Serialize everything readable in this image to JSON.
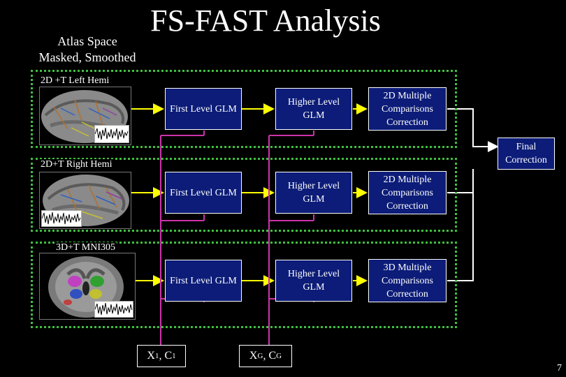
{
  "title": "FS-FAST Analysis",
  "subtitle": [
    "Atlas Space",
    "Masked, Smoothed"
  ],
  "sections": [
    {
      "label": "2D +T Left Hemi",
      "glm1": "First Level GLM",
      "glm2": "Higher Level GLM",
      "mc": "2D Multiple Comparisons Correction"
    },
    {
      "label": "2D+T Right Hemi",
      "glm1": "First Level GLM",
      "glm2": "Higher Level GLM",
      "mc": "2D Multiple Comparisons Correction"
    },
    {
      "label": "3D+T MNI305",
      "glm1": "First Level GLM",
      "glm2": "Higher Level GLM",
      "mc": "3D Multiple Comparisons Correction"
    }
  ],
  "final": "Final Correction",
  "x1": {
    "x": "X",
    "xsub": "1",
    "sep": ", ",
    "c": "C",
    "csub": "1"
  },
  "xg": {
    "x": "X",
    "xsub": "G",
    "sep": ", ",
    "c": "C",
    "csub": "G"
  },
  "page_number": "7",
  "colors": {
    "section_border": "#3fbf3f",
    "arrow_yellow": "#ffff00",
    "line_magenta": "#cc33aa",
    "line_white": "#ffffff",
    "box_blue": "#0c1c78"
  }
}
